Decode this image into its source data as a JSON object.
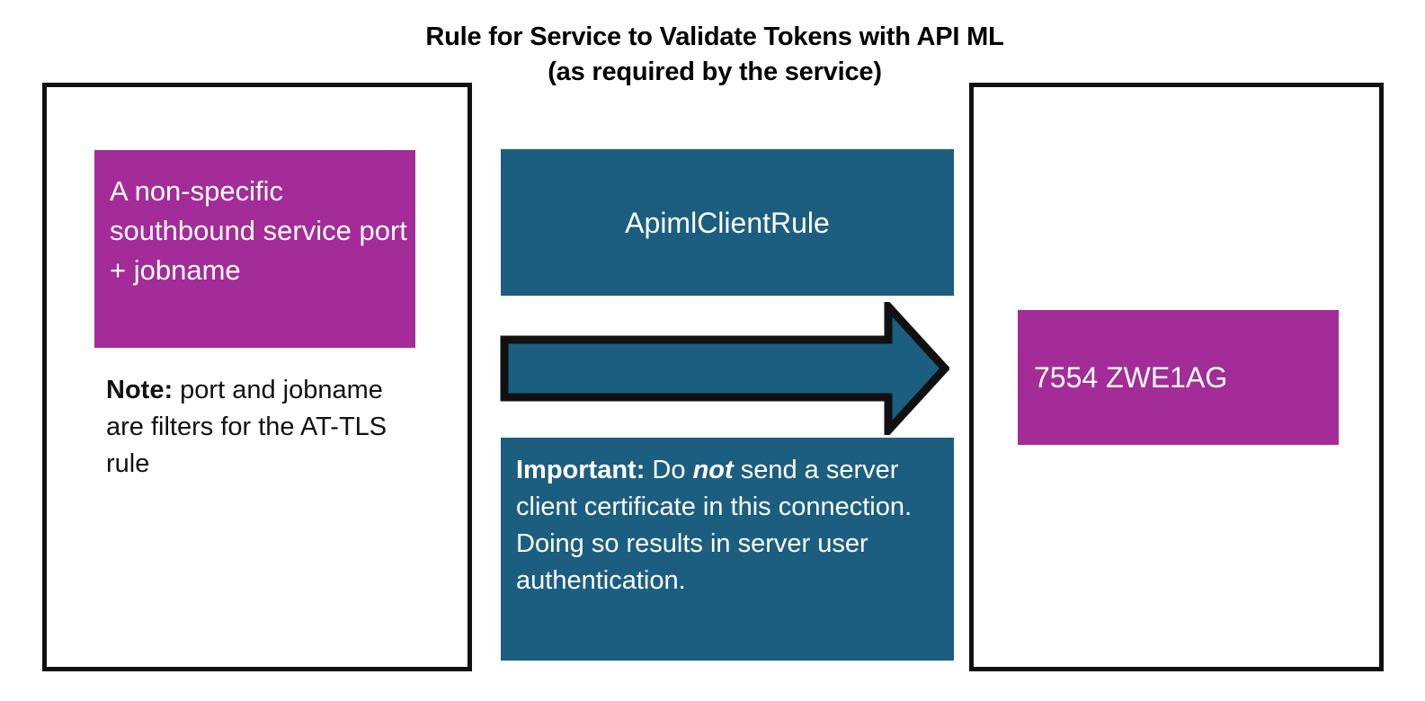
{
  "title": {
    "line1": "Rule for Service to Validate Tokens with API ML",
    "line2": "(as required by the service)"
  },
  "colors": {
    "magenta": "#A32C98",
    "teal": "#1B5E80",
    "outline": "#111111",
    "text_on_fill": "#FFFFFF",
    "body_text": "#111111",
    "background": "#FFFFFF"
  },
  "left_panel": {
    "source_block": {
      "text": "A non-specific southbound service port + jobname",
      "fill": "#A32C98"
    },
    "note": {
      "label": "Note:",
      "body": " port and jobname are filters for the AT-TLS rule"
    }
  },
  "middle_panel": {
    "rule_block": {
      "text": "ApimlClientRule",
      "fill": "#1B5E80"
    },
    "arrow": {
      "direction": "right",
      "fill": "#1B5E80",
      "outline": "#111111"
    },
    "important_block": {
      "label": "Important:",
      "segment_before_emphasis": " Do ",
      "emphasis": "not",
      "segment_after_emphasis": " send a server client certificate in this connection. Doing so results in server user authentication.",
      "fill": "#1B5E80"
    }
  },
  "right_panel": {
    "target_block": {
      "text": "7554 ZWE1AG",
      "fill": "#A32C98"
    }
  }
}
